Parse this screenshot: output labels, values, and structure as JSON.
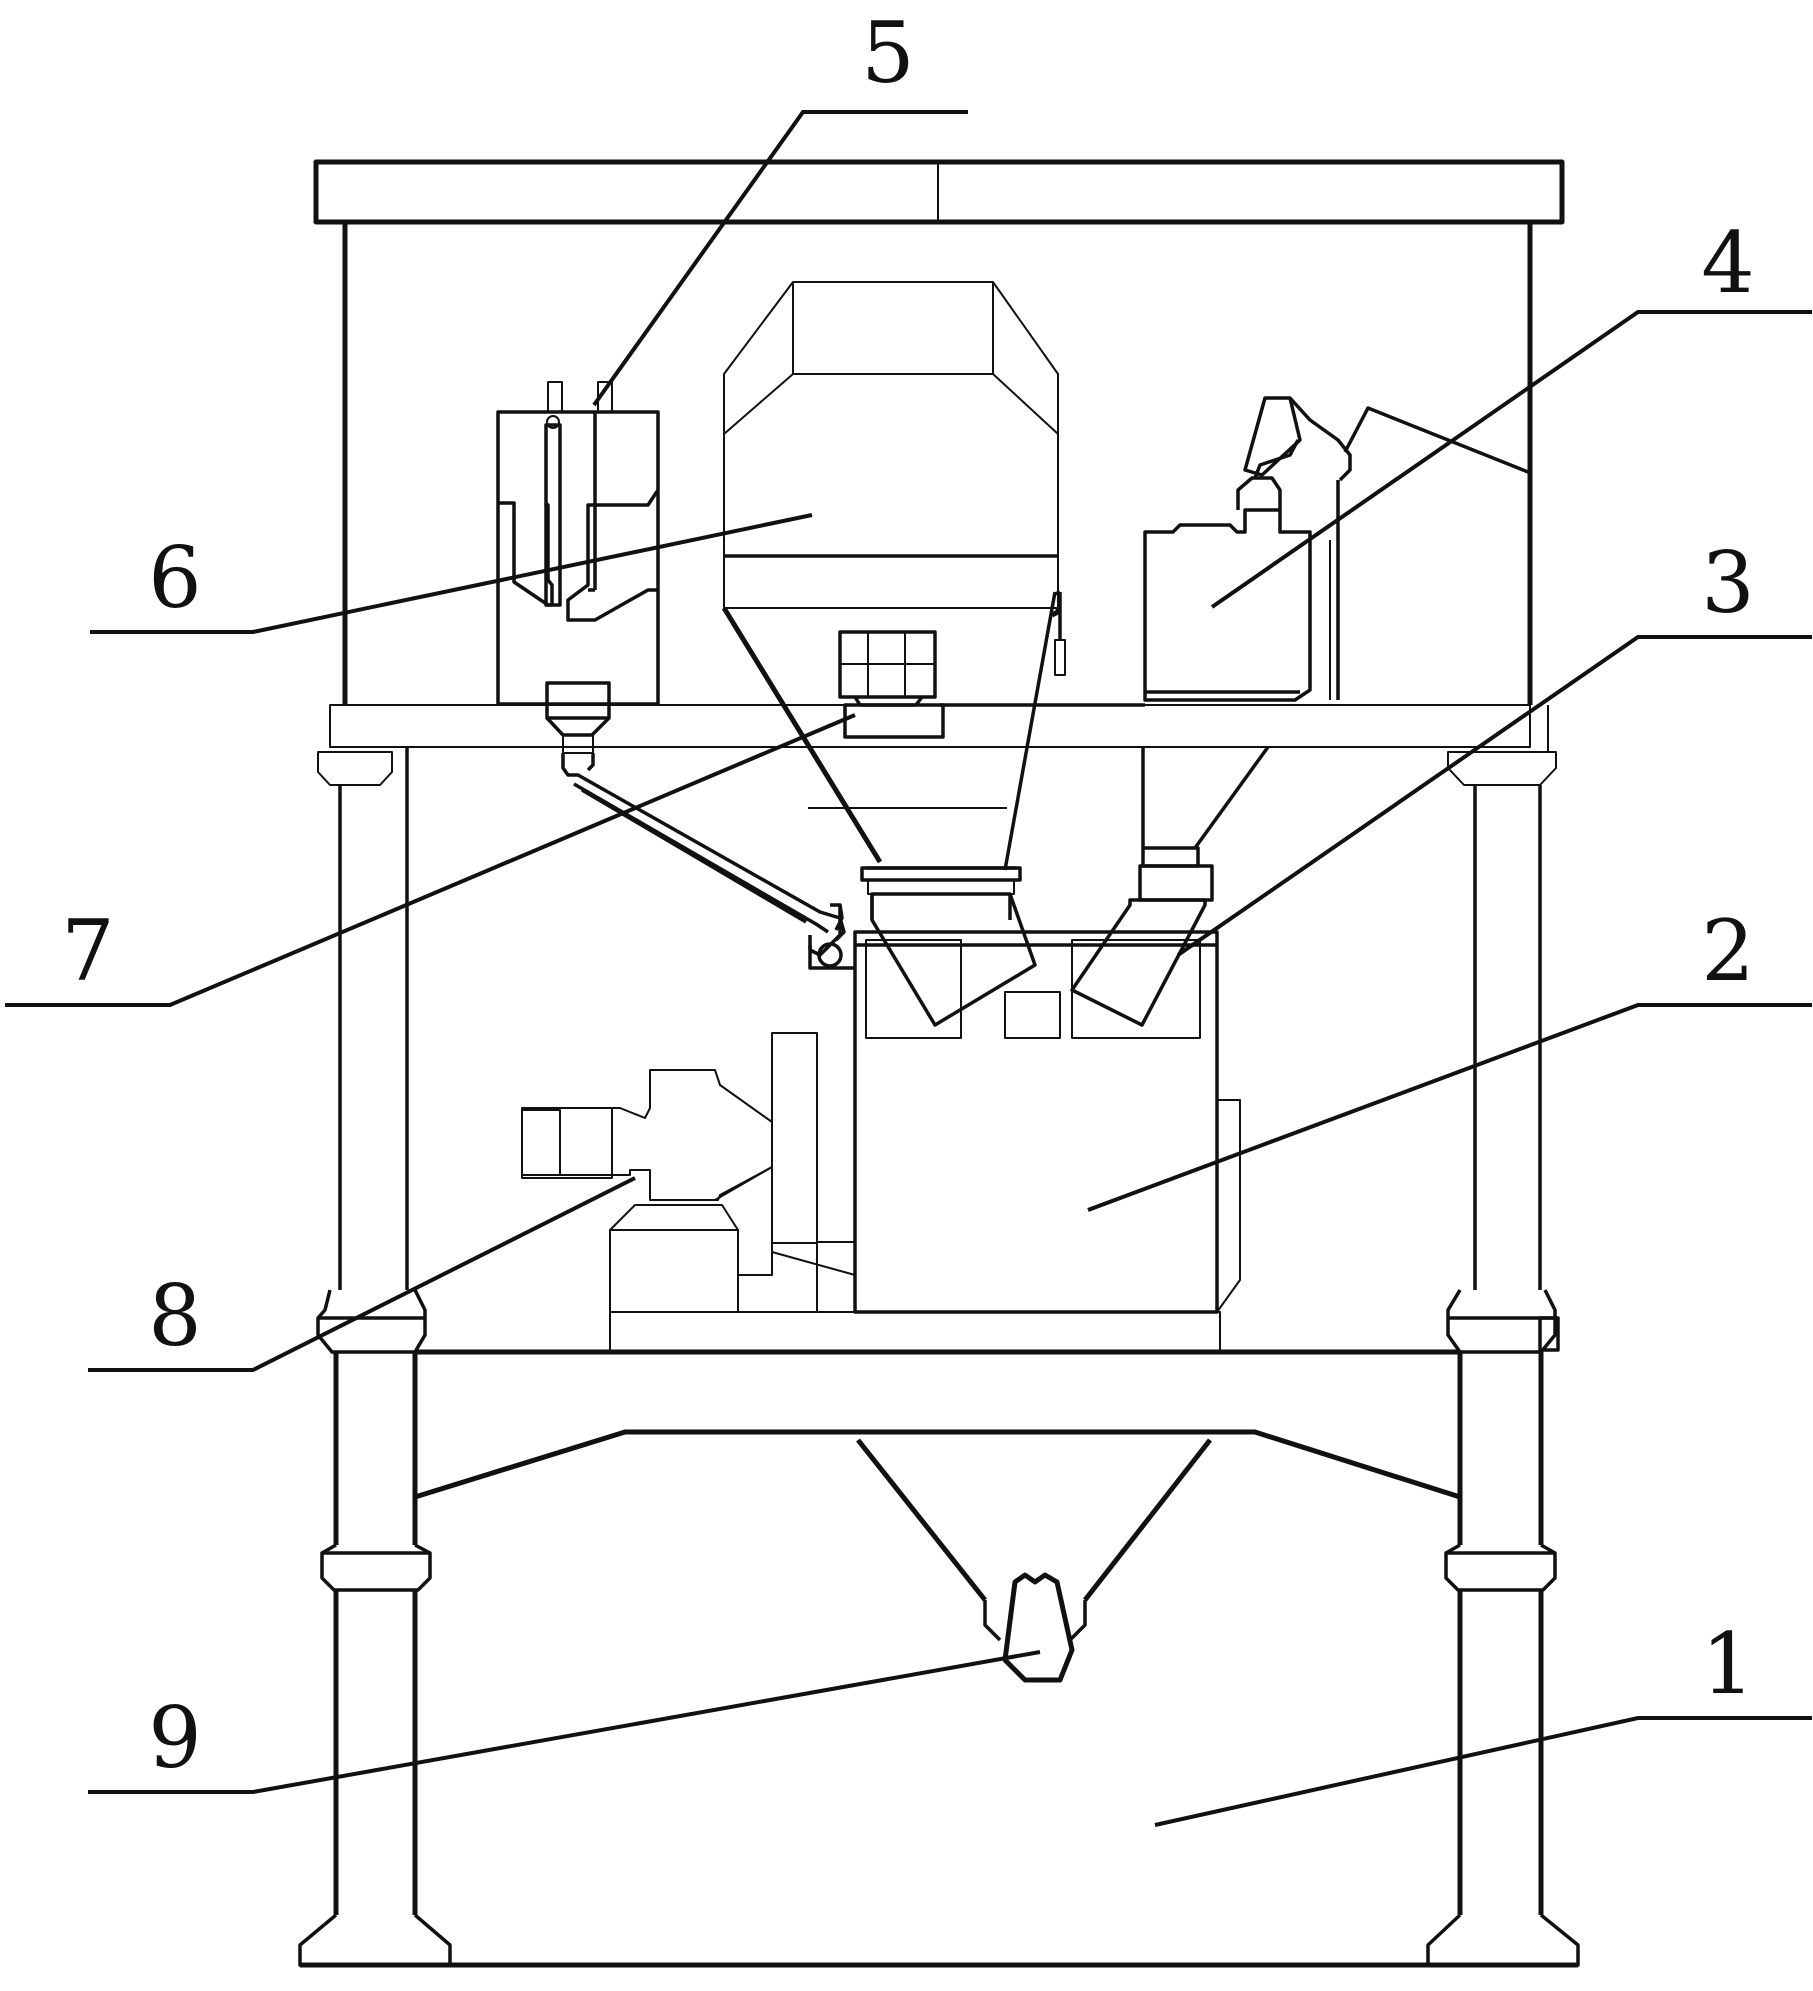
{
  "diagram": {
    "callouts": [
      {
        "id": "1",
        "text": "1"
      },
      {
        "id": "2",
        "text": "2"
      },
      {
        "id": "3",
        "text": "3"
      },
      {
        "id": "4",
        "text": "4"
      },
      {
        "id": "5",
        "text": "5"
      },
      {
        "id": "6",
        "text": "6"
      },
      {
        "id": "7",
        "text": "7"
      },
      {
        "id": "8",
        "text": "8"
      },
      {
        "id": "9",
        "text": "9"
      }
    ],
    "colors": {
      "line": "#111111",
      "background": "#ffffff"
    }
  }
}
